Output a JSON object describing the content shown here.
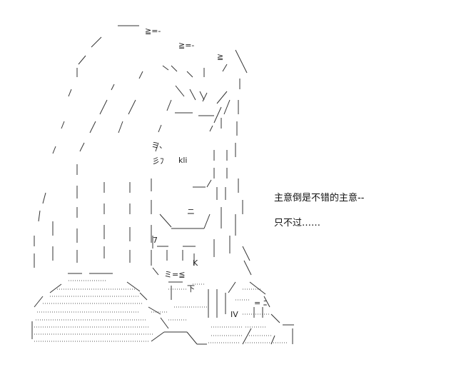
{
  "dialogue": {
    "line1": "主意倒是不错的主意--",
    "line2": "只不过……"
  },
  "art_text": {
    "kli": "kli",
    "ge1": "≧=-",
    "ge2": "≧=-",
    "ge3": "≧",
    "mi": "ミ、",
    "shimesu": "彡ﾌ",
    "ni": "ニ",
    "seven": "7",
    "k": "K",
    "mi2": "ミ=≦",
    "shita": "下",
    "iv": "IV",
    "eq": "= ﾆ"
  }
}
